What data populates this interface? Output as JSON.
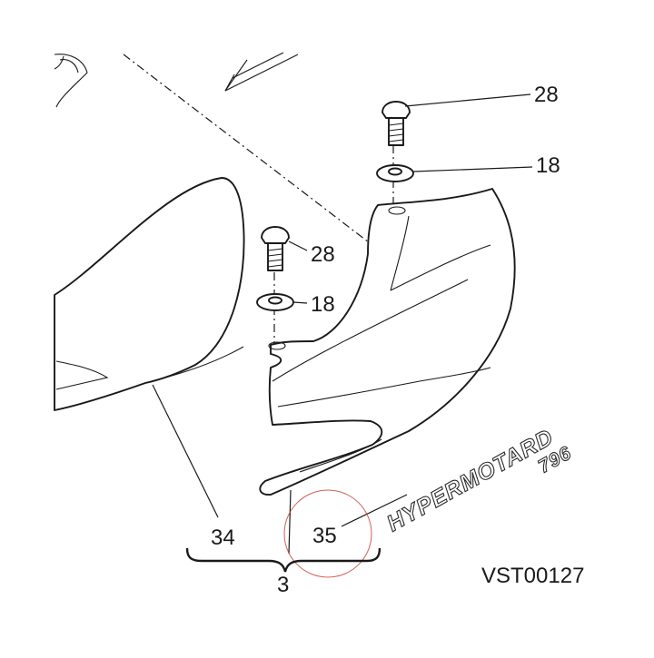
{
  "callouts": {
    "screw_upper": "28",
    "washer_upper": "18",
    "screw_lower": "28",
    "washer_lower": "18",
    "part_left": "34",
    "part_right": "35",
    "assembly": "3"
  },
  "decal": {
    "line1": "HYPERMOTARD",
    "line2": "796"
  },
  "drawing_code": "VST00127",
  "colors": {
    "line": "#1a1a1a",
    "highlight_circle": "#c0392b",
    "background": "#ffffff"
  }
}
